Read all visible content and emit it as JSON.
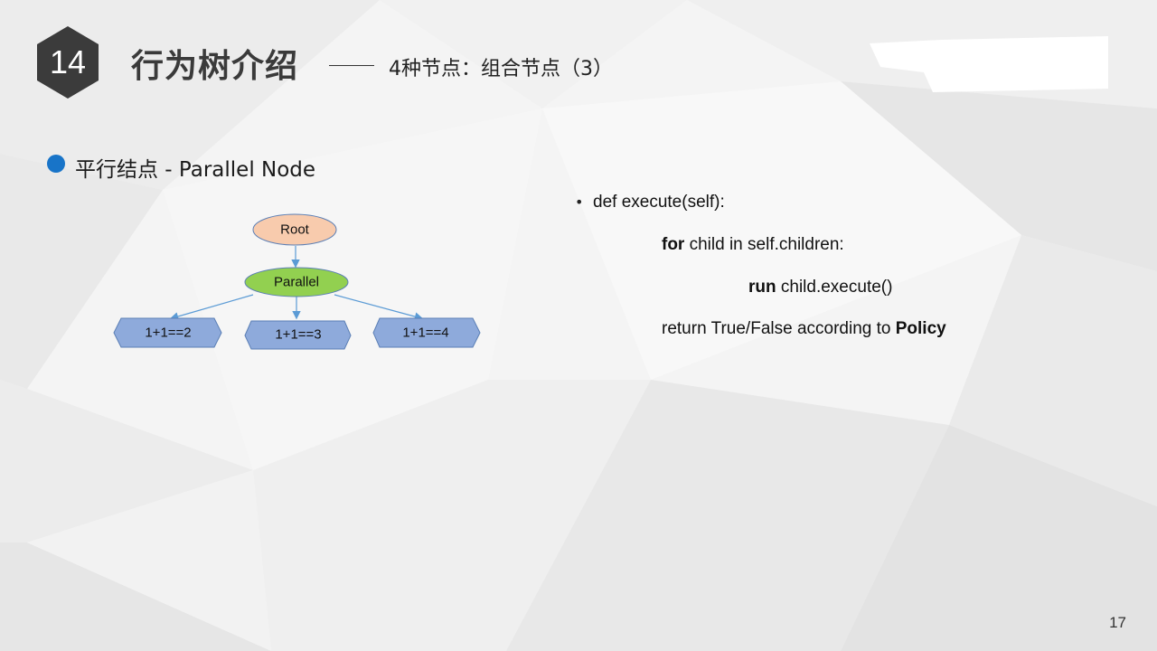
{
  "header": {
    "section_number": "14",
    "title": "行为树介绍",
    "subtitle": "4种节点：组合节点（3）"
  },
  "section": {
    "heading": "平行结点 - Parallel Node"
  },
  "diagram": {
    "root_label": "Root",
    "parallel_label": "Parallel",
    "children": [
      "1+1==2",
      "1+1==3",
      "1+1==4"
    ],
    "colors": {
      "root_fill": "#f8cbad",
      "parallel_fill": "#92d050",
      "child_fill": "#8eaadb",
      "edge": "#5b9bd5"
    }
  },
  "code": {
    "bullet": "•",
    "line1": "def execute(self):",
    "line2_kw": "for",
    "line2_rest": " child in self.children:",
    "line3_kw": "run",
    "line3_rest": " child.execute()",
    "line4_rest": "return True/False according to ",
    "line4_kw": "Policy"
  },
  "footer": {
    "page_number": "17"
  },
  "colors": {
    "accent": "#1874c8",
    "badge": "#3b3b3b"
  }
}
